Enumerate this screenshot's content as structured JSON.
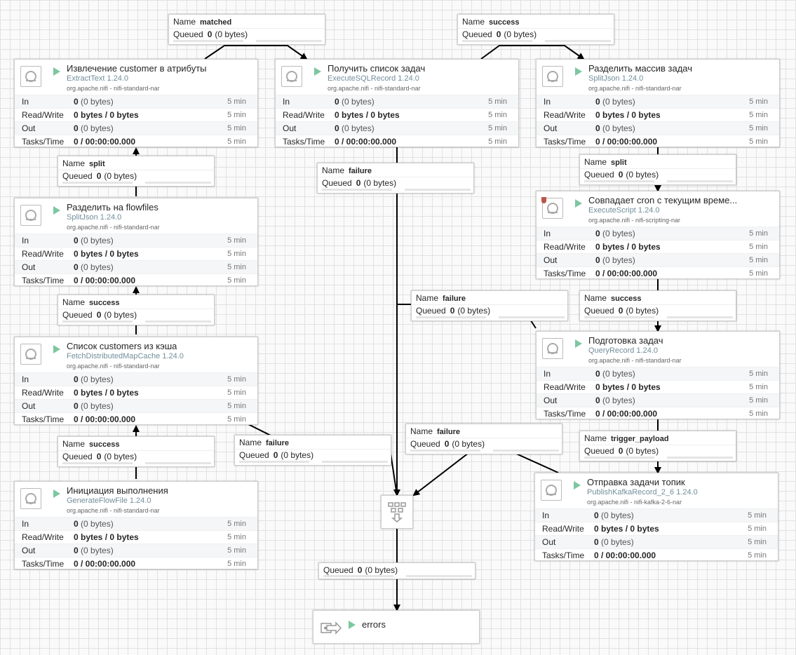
{
  "processors": [
    {
      "id": "extract",
      "title": "Извлечение customer в атрибуты",
      "type": "ExtractText 1.24.0",
      "bundle": "org.apache.nifi - nifi-standard-nar",
      "in": "0",
      "in_b": "(0 bytes)",
      "rw": "0 bytes / 0 bytes",
      "out": "0",
      "out_b": "(0 bytes)",
      "tasks": "0 / 00:00:00.000",
      "t": "5 min"
    },
    {
      "id": "getlist",
      "title": "Получить список задач",
      "type": "ExecuteSQLRecord 1.24.0",
      "bundle": "org.apache.nifi - nifi-standard-nar",
      "in": "0",
      "in_b": "(0 bytes)",
      "rw": "0 bytes / 0 bytes",
      "out": "0",
      "out_b": "(0 bytes)",
      "tasks": "0 / 00:00:00.000",
      "t": "5 min"
    },
    {
      "id": "splitarr",
      "title": "Разделить массив задач",
      "type": "SplitJson 1.24.0",
      "bundle": "org.apache.nifi - nifi-standard-nar",
      "in": "0",
      "in_b": "(0 bytes)",
      "rw": "0 bytes / 0 bytes",
      "out": "0",
      "out_b": "(0 bytes)",
      "tasks": "0 / 00:00:00.000",
      "t": "5 min"
    },
    {
      "id": "splitff",
      "title": "Разделить на flowfiles",
      "type": "SplitJson 1.24.0",
      "bundle": "org.apache.nifi - nifi-standard-nar",
      "in": "0",
      "in_b": "(0 bytes)",
      "rw": "0 bytes / 0 bytes",
      "out": "0",
      "out_b": "(0 bytes)",
      "tasks": "0 / 00:00:00.000",
      "t": "5 min"
    },
    {
      "id": "cron",
      "title": "Совпадает cron с текущим време...",
      "type": "ExecuteScript 1.24.0",
      "bundle": "org.apache.nifi - nifi-scripting-nar",
      "in": "0",
      "in_b": "(0 bytes)",
      "rw": "0 bytes / 0 bytes",
      "out": "0",
      "out_b": "(0 bytes)",
      "tasks": "0 / 00:00:00.000",
      "t": "5 min"
    },
    {
      "id": "cache",
      "title": "Список customers из кэша",
      "type": "FetchDistributedMapCache 1.24.0",
      "bundle": "org.apache.nifi - nifi-standard-nar",
      "in": "0",
      "in_b": "(0 bytes)",
      "rw": "0 bytes / 0 bytes",
      "out": "0",
      "out_b": "(0 bytes)",
      "tasks": "0 / 00:00:00.000",
      "t": "5 min"
    },
    {
      "id": "prepare",
      "title": "Подготовка задач",
      "type": "QueryRecord 1.24.0",
      "bundle": "org.apache.nifi - nifi-standard-nar",
      "in": "0",
      "in_b": "(0 bytes)",
      "rw": "0 bytes / 0 bytes",
      "out": "0",
      "out_b": "(0 bytes)",
      "tasks": "0 / 00:00:00.000",
      "t": "5 min"
    },
    {
      "id": "generate",
      "title": "Инициация выполнения",
      "type": "GenerateFlowFile 1.24.0",
      "bundle": "org.apache.nifi - nifi-standard-nar",
      "in": "0",
      "in_b": "(0 bytes)",
      "rw": "0 bytes / 0 bytes",
      "out": "0",
      "out_b": "(0 bytes)",
      "tasks": "0 / 00:00:00.000",
      "t": "5 min"
    },
    {
      "id": "kafka",
      "title": "Отправка задачи топик",
      "type": "PublishKafkaRecord_2_6 1.24.0",
      "bundle": "org.apache.nifi - nifi-kafka-2-6-nar",
      "in": "0",
      "in_b": "(0 bytes)",
      "rw": "0 bytes / 0 bytes",
      "out": "0",
      "out_b": "(0 bytes)",
      "tasks": "0 / 00:00:00.000",
      "t": "5 min"
    }
  ],
  "labels": {
    "in": "In",
    "rw": "Read/Write",
    "out": "Out",
    "tasks": "Tasks/Time",
    "name": "Name",
    "queued": "Queued"
  },
  "connections": [
    {
      "id": "c_matched",
      "name": "matched",
      "count": "0",
      "bytes": "(0 bytes)"
    },
    {
      "id": "c_success_top",
      "name": "success",
      "count": "0",
      "bytes": "(0 bytes)"
    },
    {
      "id": "c_split_left",
      "name": "split",
      "count": "0",
      "bytes": "(0 bytes)"
    },
    {
      "id": "c_failure_getlist",
      "name": "failure",
      "count": "0",
      "bytes": "(0 bytes)"
    },
    {
      "id": "c_split_right",
      "name": "split",
      "count": "0",
      "bytes": "(0 bytes)"
    },
    {
      "id": "c_success_left",
      "name": "success",
      "count": "0",
      "bytes": "(0 bytes)"
    },
    {
      "id": "c_failure_cron",
      "name": "failure",
      "count": "0",
      "bytes": "(0 bytes)"
    },
    {
      "id": "c_success_right",
      "name": "success",
      "count": "0",
      "bytes": "(0 bytes)"
    },
    {
      "id": "c_success_bottom",
      "name": "success",
      "count": "0",
      "bytes": "(0 bytes)"
    },
    {
      "id": "c_failure_cache",
      "name": "failure",
      "count": "0",
      "bytes": "(0 bytes)"
    },
    {
      "id": "c_failure_prepare",
      "name": "failure",
      "count": "0",
      "bytes": "(0 bytes)"
    },
    {
      "id": "c_trigger",
      "name": "trigger_payload",
      "count": "0",
      "bytes": "(0 bytes)"
    },
    {
      "id": "c_errors",
      "name": "",
      "count": "0",
      "bytes": "(0 bytes)"
    }
  ],
  "output_port": {
    "name": "errors"
  },
  "colors": {
    "accent_play": "#7dc7a0",
    "type_text": "#728e9b",
    "shield": "#ba554a"
  }
}
